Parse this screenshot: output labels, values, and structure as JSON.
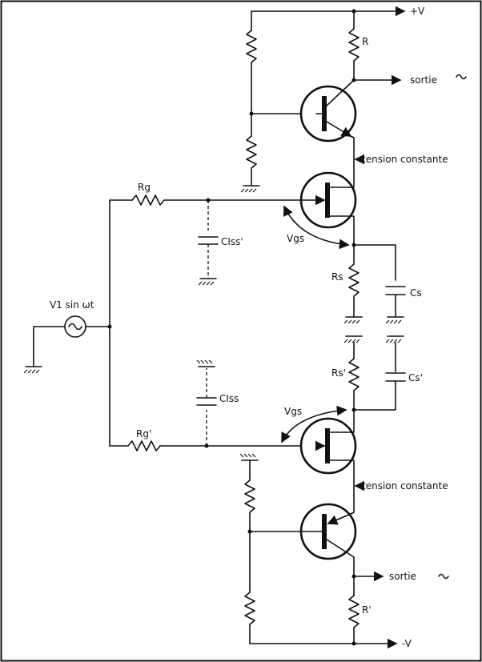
{
  "labels": {
    "plus_v": "+V",
    "minus_v": "-V",
    "r_top": "R",
    "r_bottom": "R'",
    "sortie_top": "sortie",
    "sortie_bottom": "sortie",
    "tension_top": "tension constante",
    "tension_bottom": "tension constante",
    "rg": "Rg",
    "rg_prime": "Rg'",
    "ciss_prime": "CIss'",
    "ciss": "CIss",
    "vgs_top": "Vgs",
    "vgs_bottom": "Vgs",
    "rs": "Rs",
    "rs_prime": "Rs'",
    "cs": "Cs",
    "cs_prime": "Cs'",
    "source": "V1 sin ωt"
  }
}
